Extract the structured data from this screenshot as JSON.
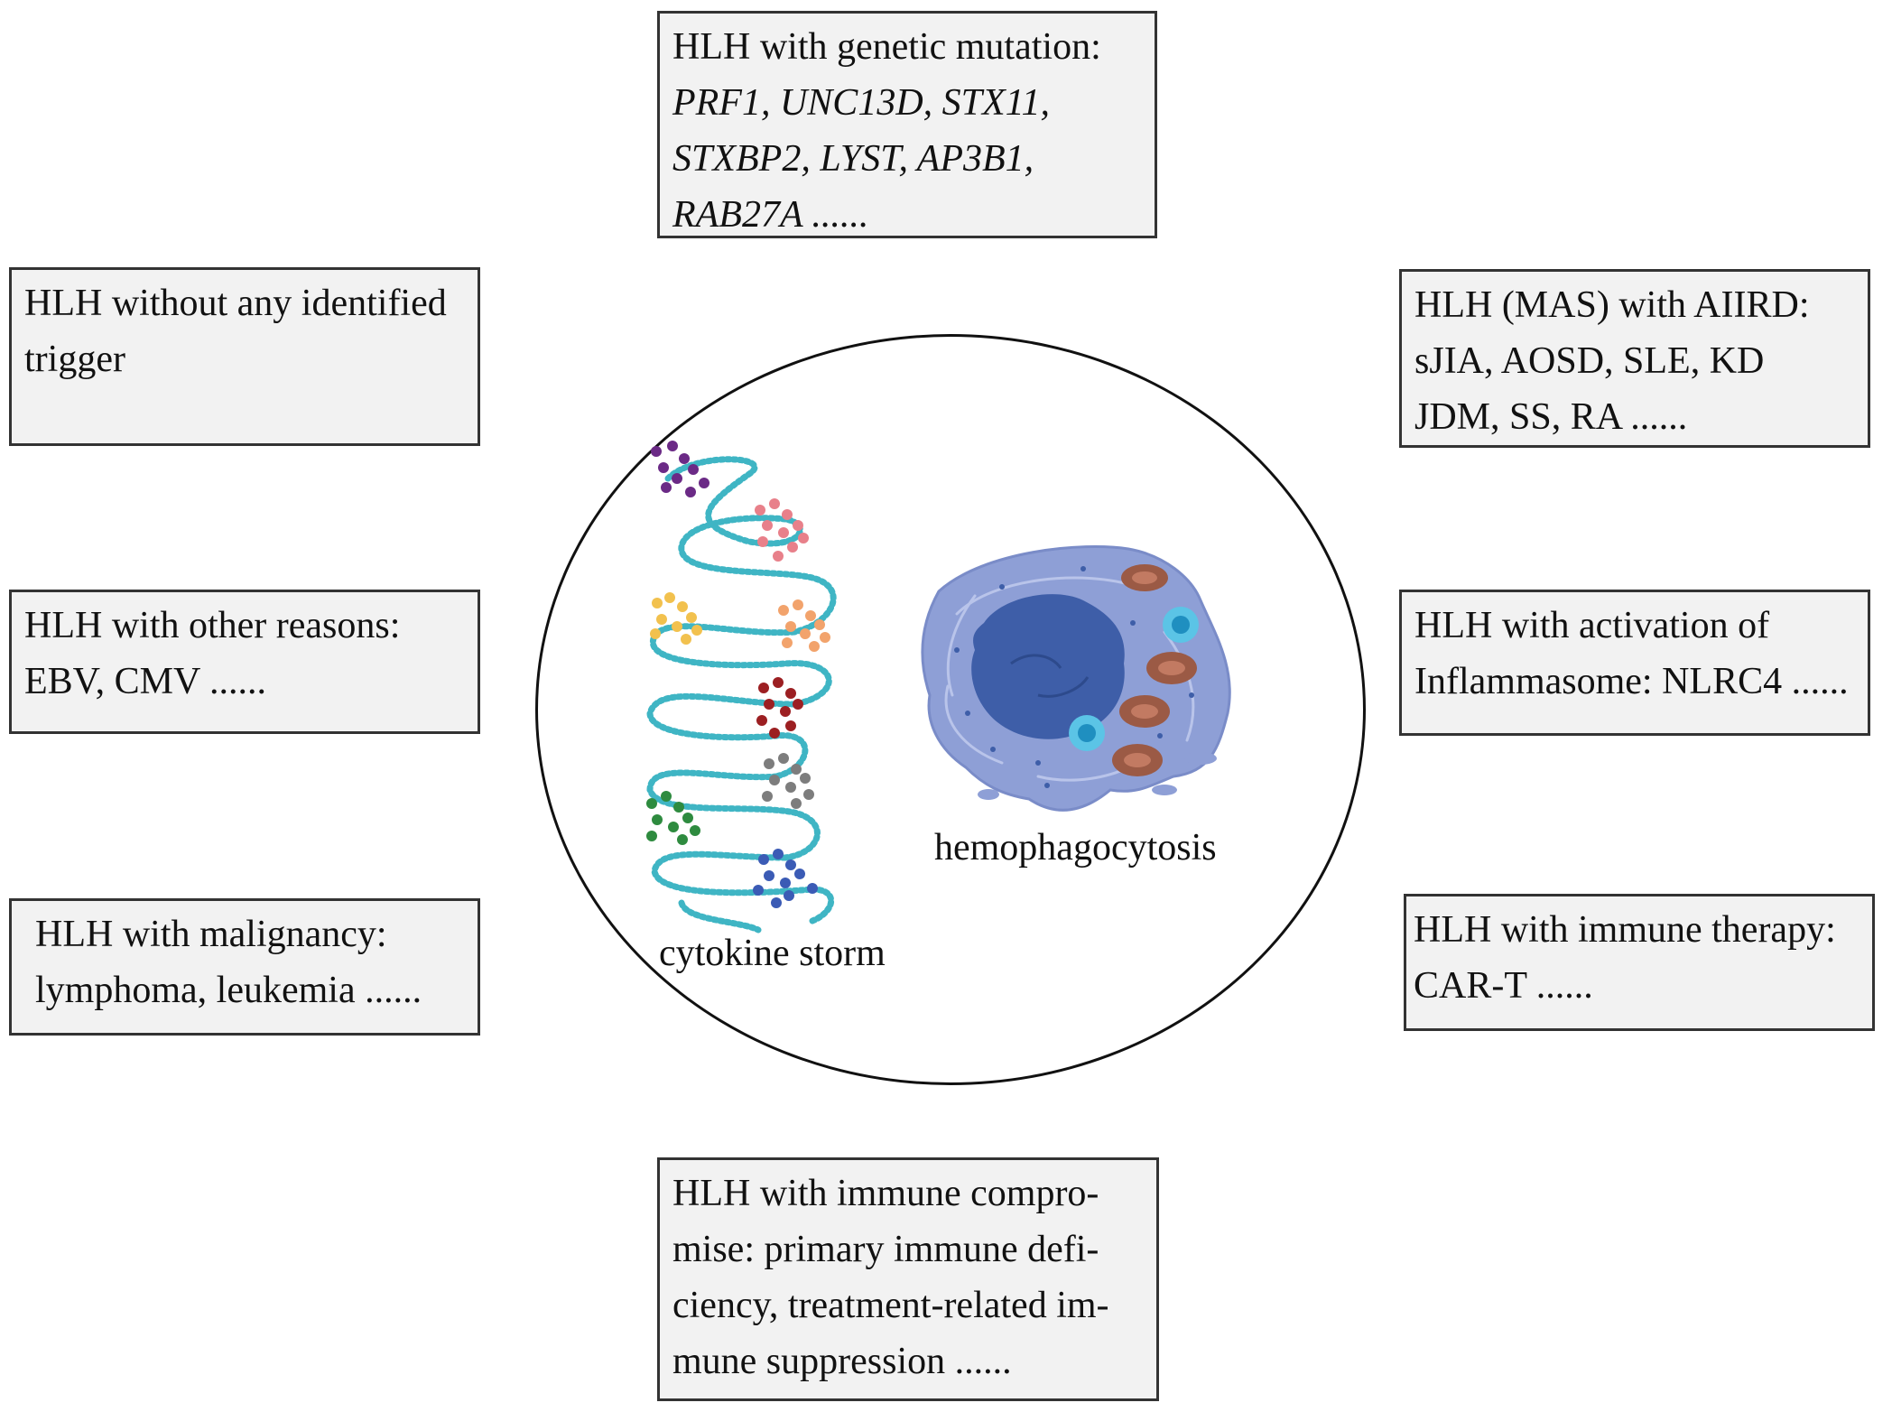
{
  "boxes": {
    "genetic": {
      "lines": [
        "HLH with genetic mutation:",
        "PRF1, UNC13D, STX11,",
        "STXBP2, LYST, AP3B1,",
        "RAB27A ......"
      ]
    },
    "no_trigger": {
      "lines": [
        "HLH without any identified",
        "trigger"
      ]
    },
    "aiird": {
      "lines": [
        "HLH (MAS) with AIIRD:",
        "sJIA, AOSD, SLE, KD",
        "JDM, SS, RA ......"
      ]
    },
    "other_reasons": {
      "lines": [
        "HLH with other reasons:",
        "EBV, CMV ......"
      ]
    },
    "inflammasome": {
      "lines": [
        "HLH with  activation of",
        "Inflammasome: NLRC4 ......"
      ]
    },
    "malignancy": {
      "lines": [
        "HLH with malignancy:",
        "lymphoma, leukemia ......"
      ]
    },
    "immune_therapy": {
      "lines": [
        "HLH with  immune  therapy:",
        "CAR-T ......"
      ]
    },
    "immune_compromise": {
      "lines": [
        "HLH with immune compro-",
        "mise:  primary immune defi-",
        "ciency, treatment-related im-",
        "mune suppression ......"
      ]
    }
  },
  "center": {
    "cytokine_label": "cytokine storm",
    "hemophagocytosis_label": "hemophagocytosis"
  },
  "colors": {
    "box_fill": "#f2f2f2",
    "box_border": "#333333",
    "strand": "#3fb5c4",
    "cell_body": "#8e9fd6",
    "nucleus": "#3e5ea8",
    "rbc": "#9b5a45",
    "lymphocyte": "#5bc4e6",
    "dot_colors": [
      "#6b2a86",
      "#e8808a",
      "#f2c14e",
      "#f2a36c",
      "#9c1f22",
      "#7d7d7d",
      "#2e8b3f",
      "#3b5bb5"
    ]
  }
}
